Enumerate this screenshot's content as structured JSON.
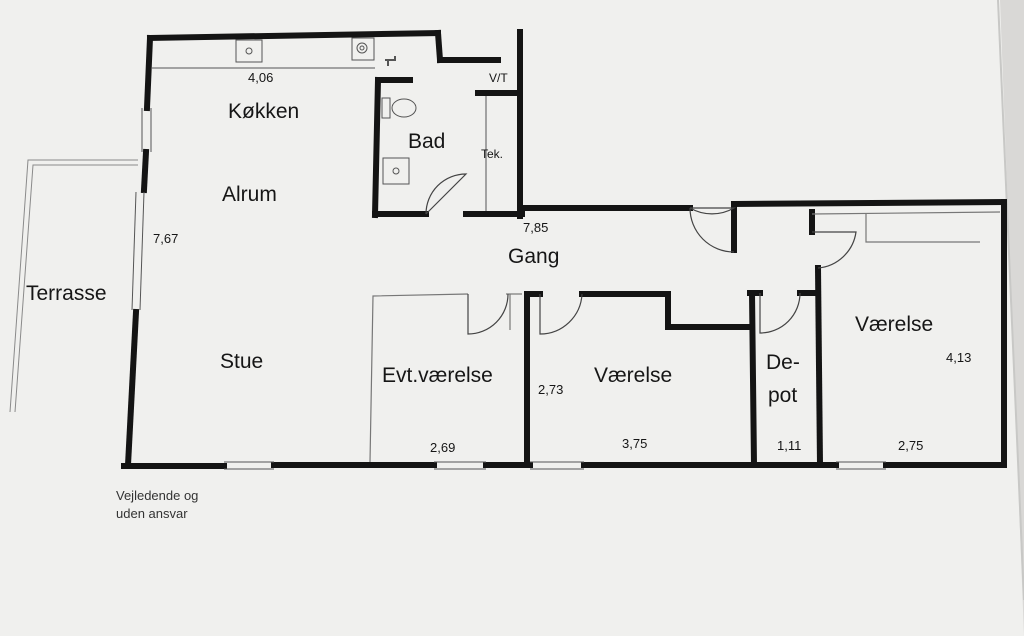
{
  "plan": {
    "rooms": {
      "kokken": "Køkken",
      "alrum": "Alrum",
      "stue": "Stue",
      "bad": "Bad",
      "vt": "V/T",
      "tek": "Tek.",
      "gang": "Gang",
      "terrasse": "Terrasse",
      "evt_vaerelse": "Evt.værelse",
      "vaerelse_mid": "Værelse",
      "depot_line1": "De-",
      "depot_line2": "pot",
      "vaerelse_right": "Værelse"
    },
    "dimensions": {
      "kitchen_width": "4,06",
      "living_depth": "7,67",
      "gang_length": "7,85",
      "evt_width": "2,69",
      "vaerelse_depth": "2,73",
      "vaerelse_width": "3,75",
      "depot_width": "1,11",
      "right_depth": "4,13",
      "right_width": "2,75"
    },
    "disclaimer_line1": "Vejledende og",
    "disclaimer_line2": "uden ansvar"
  },
  "colors": {
    "wall": "#141414",
    "paper": "#f0f0ee",
    "thin_line": "#555555"
  }
}
